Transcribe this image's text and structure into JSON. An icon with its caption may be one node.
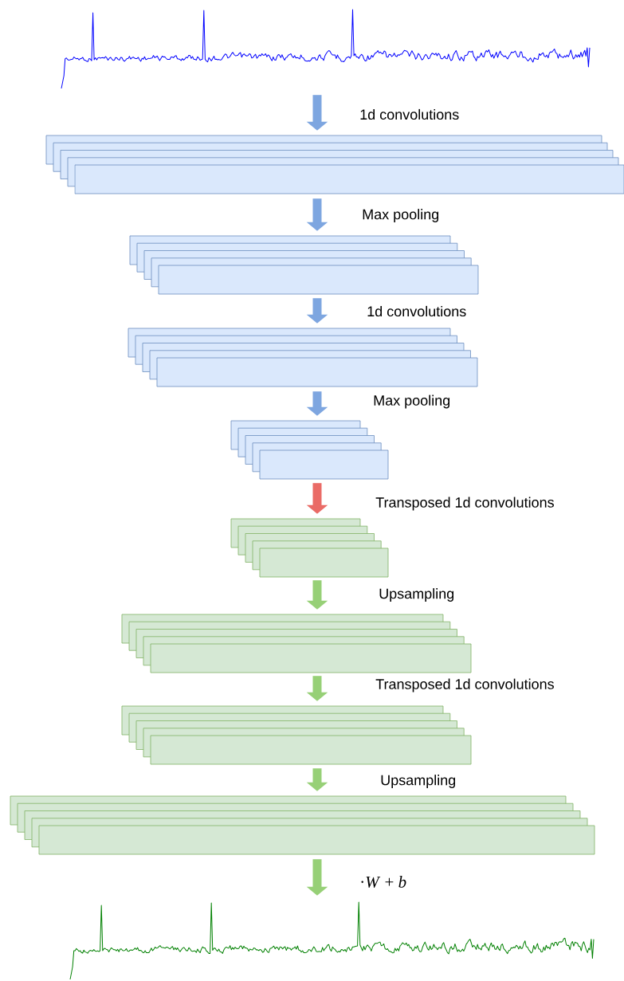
{
  "diagram": {
    "nodes": [
      {
        "text": [],
        "shape": "picture"
      },
      {
        "text": [],
        "shape": "box"
      },
      {
        "text": [],
        "shape": "box"
      },
      {
        "text": [],
        "shape": "box"
      },
      {
        "text": [],
        "shape": "box"
      },
      {
        "text": [],
        "shape": "box"
      },
      {
        "text": [],
        "shape": "box"
      },
      {
        "text": [],
        "shape": "box"
      },
      {
        "text": [],
        "shape": "box"
      },
      {
        "text": [],
        "shape": "picture"
      }
    ],
    "edges": [
      {
        "from": 0,
        "to": 1,
        "arrow": "to",
        "label": "1d convolutions",
        "color": "#7ea6e0"
      },
      {
        "from": 1,
        "to": 2,
        "arrow": "to",
        "label": "Max pooling",
        "color": "#7ea6e0"
      },
      {
        "from": 2,
        "to": 3,
        "arrow": "to",
        "label": "1d convolutions",
        "color": "#7ea6e0"
      },
      {
        "from": 3,
        "to": 4,
        "arrow": "to",
        "label": "Max pooling",
        "color": "#7ea6e0"
      },
      {
        "from": 4,
        "to": 5,
        "arrow": "to",
        "label": "Transposed 1d convolutions",
        "color": "#ea6b66"
      },
      {
        "from": 5,
        "to": 6,
        "arrow": "to",
        "label": "Upsampling",
        "color": "#97d077"
      },
      {
        "from": 6,
        "to": 7,
        "arrow": "to",
        "label": "Transposed 1d convolutions",
        "color": "#97d077"
      },
      {
        "from": 7,
        "to": 8,
        "arrow": "to",
        "label": "Upsampling",
        "color": "#97d077"
      },
      {
        "from": 8,
        "to": 9,
        "arrow": "to",
        "label": "·*W* + *b*",
        "color": "#97d077"
      }
    ]
  }
}
